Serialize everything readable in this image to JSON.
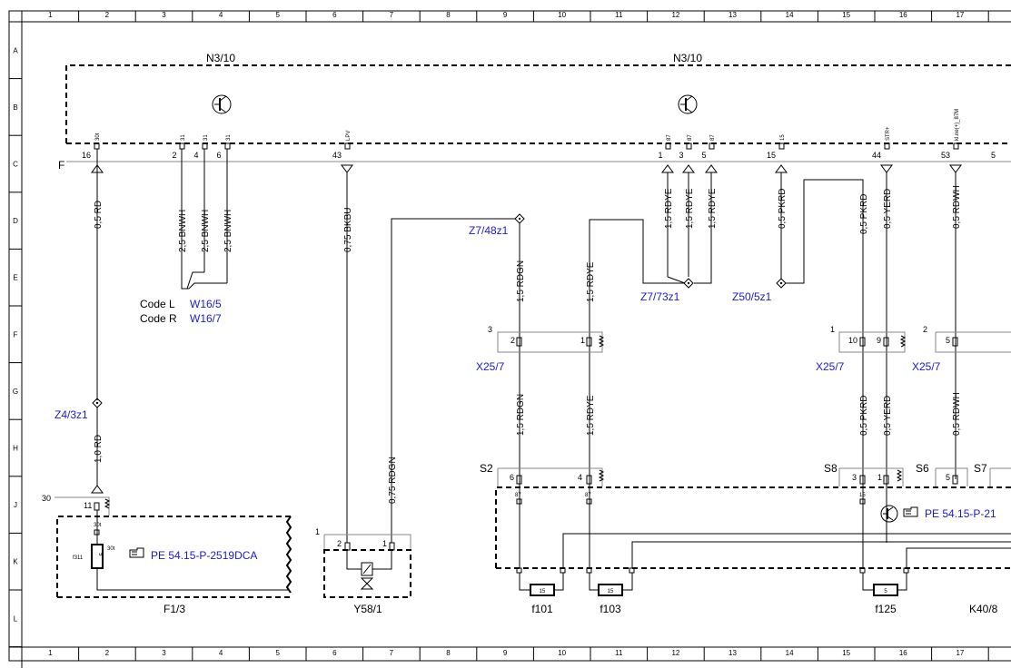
{
  "frame": {
    "columns": [
      "1",
      "2",
      "3",
      "4",
      "5",
      "6",
      "7",
      "8",
      "9",
      "10",
      "11",
      "12",
      "13",
      "14",
      "15",
      "16",
      "17"
    ],
    "rows": [
      "A",
      "B",
      "C",
      "D",
      "E",
      "F",
      "G",
      "H",
      "J",
      "K",
      "L"
    ]
  },
  "modules": {
    "n3_10_left": "N3/10",
    "n3_10_right": "N3/10",
    "f_label": "F",
    "f1_3": "F1/3",
    "y58_1": "Y58/1",
    "x25_7_a": "X25/7",
    "x25_7_b": "X25/7",
    "x25_7_c": "X25/7",
    "k40_8": "K40/8",
    "code_l": "Code L",
    "code_l_ref": "W16/5",
    "code_r": "Code R",
    "code_r_ref": "W16/7"
  },
  "connector_pins": [
    {
      "pin": "16",
      "sig": "30t",
      "wire": "0,5 RD"
    },
    {
      "pin": "2",
      "sig": "31",
      "wire": "2,5 BNWH"
    },
    {
      "pin": "4",
      "sig": "31",
      "wire": "2,5 BNWH"
    },
    {
      "pin": "6",
      "sig": "31",
      "wire": "2,5 BNWH"
    },
    {
      "pin": "43",
      "sig": "LPV",
      "wire": "0,75 BKBU"
    },
    {
      "pin": "1",
      "sig": "87",
      "wire": "1,5 RDYE"
    },
    {
      "pin": "3",
      "sig": "87",
      "wire": "1,5 RDYE"
    },
    {
      "pin": "5",
      "sig": "87",
      "wire": "1,5 RDYE"
    },
    {
      "pin": "15",
      "sig": "15",
      "wire": "0,5 PKRD"
    },
    {
      "pin": "44",
      "sig": "STR+",
      "wire": "0,5 YERD"
    },
    {
      "pin": "53",
      "sig": "kl.ne(+)_87M",
      "wire": "0,5 RDWH"
    },
    {
      "pin": "5",
      "sig": "",
      "wire": ""
    }
  ],
  "splices": {
    "z7_48z1": "Z7/48z1",
    "z7_73z1": "Z7/73z1",
    "z50_5z1": "Z50/5z1",
    "z4_3z1": "Z4/3z1"
  },
  "wires": {
    "rdgn_15": "1,5 RDGN",
    "rdye_15": "1,5 RDYE",
    "pkrd_05": "0,5 PKRD",
    "yerd_05": "0,5 YERD",
    "rdwh_05": "0,5 RDWH",
    "rd_10": "1,0 RD",
    "rdgn_075": "0,75 RDGN"
  },
  "x25_pins": {
    "block_a_num": "3",
    "a_pin2": "2",
    "a_pin1": "1",
    "block_b_num": "1",
    "b_pin10": "10",
    "b_pin9": "9",
    "block_c_num": "2",
    "c_pin5": "5"
  },
  "lower": {
    "s2": "S2",
    "s8": "S8",
    "s6": "S6",
    "s7": "S7",
    "s2_pin6": "6",
    "s2_pin4": "4",
    "s8_pin3": "3",
    "s8_pin1": "1",
    "s6_pin5": "5",
    "c87a": "87",
    "c87b": "87",
    "c15": "15",
    "f101": "f101",
    "f103": "f103",
    "f125": "f125",
    "fuse15a": "15",
    "fuse15b": "15",
    "fuse5": "5",
    "pe_ref_right": "PE 54.15-P-21",
    "pe_ref_left": "PE 54.15-P-2519DCA",
    "f1_term30": "30",
    "f1_pin11": "11",
    "f1_30t": "30t",
    "f1_f311": "f311",
    "f1_fuse5": "5",
    "f1_30t_b": "30t",
    "y58_num": "1",
    "y58_pin2": "2",
    "y58_pin1": "1"
  }
}
